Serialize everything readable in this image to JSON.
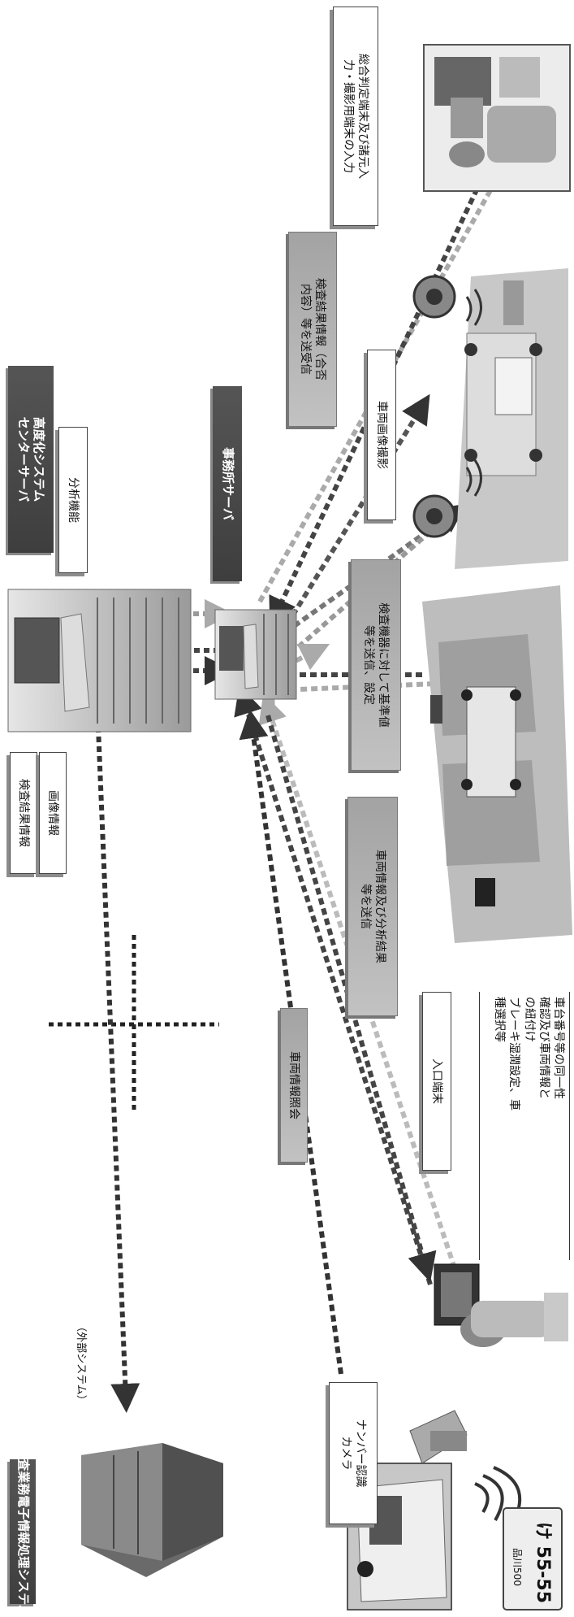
{
  "title_system": "検査業務電子情報処理システム",
  "external_system": "（外部システム）",
  "inspection_results_info": "検査結果情報",
  "image_info": "画像情報",
  "center_server": "高度化システム\nセンターサーバ",
  "analysis_function": "分析機能",
  "office_server": "事務所サーバ",
  "send_results_label": "検査結果情報（合否\n内容）等を送受信",
  "terminal_label": "総合判定端末及び諸元入\n力・撮影用端末の入力",
  "vehicle_photo_label": "車両画像撮影",
  "equipment_label": "検査機器に対して基準値\n等を送信、設定",
  "send_vehicle_label": "車両情報及び分析結果\n等を送信",
  "vehicle_query_label": "車両情報照会",
  "entry_terminal": "入口端末",
  "entry_note": "車台番号等の同一性\n確認及び車両情報と\nの紐付け\nブレーキ湿潤設定、車\n種選択等",
  "number_camera": "ナンバー認識\nカメラ",
  "plate_region": "品川500",
  "plate_number": "け 55-55",
  "colors": {
    "dark_box": "#444444",
    "gray_box": "#b3b3b3",
    "arrow_dark": "#3a3a3a",
    "arrow_light": "#b5b5b5"
  }
}
